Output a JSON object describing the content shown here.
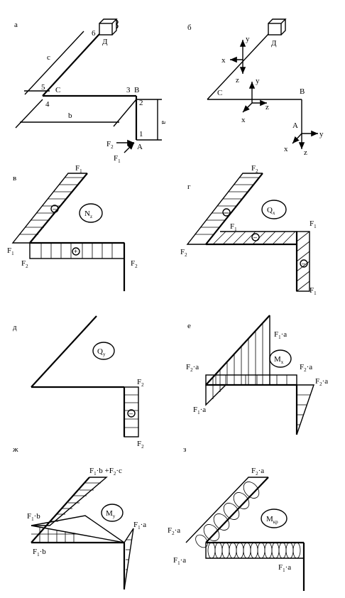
{
  "panels": {
    "a": "а",
    "b": "б",
    "v": "в",
    "g": "г",
    "d": "д",
    "e": "е",
    "zh": "ж",
    "z": "з"
  },
  "panel_a": {
    "node_D": "Д",
    "node_B": "B",
    "node_C": "C",
    "node_A": "A",
    "n1": "1",
    "n2": "2",
    "n3": "3",
    "n4": "4",
    "n5": "5",
    "n6": "6",
    "dim_c": "c",
    "dim_b": "b",
    "dim_a": "a",
    "F1": "F",
    "F1_sub": "1",
    "F2": "F",
    "F2_sub": "2"
  },
  "panel_b": {
    "node_D": "Д",
    "node_B": "B",
    "node_C": "C",
    "node_A": "A",
    "x": "x",
    "y": "y",
    "z": "z"
  },
  "panel_v": {
    "label": "N",
    "label_sub": "z",
    "F": "F",
    "s1": "1",
    "s2": "2",
    "minus": "–",
    "plus": "+"
  },
  "panel_g": {
    "label": "Q",
    "label_sub": "x",
    "F": "F",
    "s1": "1",
    "s2": "2",
    "minus": "–"
  },
  "panel_d": {
    "label": "Q",
    "label_sub": "y",
    "F": "F",
    "s2": "2",
    "minus": "–"
  },
  "panel_e": {
    "label": "M",
    "label_sub": "x",
    "F": "F",
    "s1": "1",
    "s2": "2",
    "dot_a": "·a"
  },
  "panel_zh": {
    "label": "M",
    "label_sub": "y",
    "F": "F",
    "s1": "1",
    "s2": "2",
    "dot_a": "·a",
    "dot_b": "·b",
    "plus_F2c": "+F",
    "dot_c": "·c"
  },
  "panel_z": {
    "label": "M",
    "label_sub": "кр",
    "F": "F",
    "s1": "1",
    "s2": "2",
    "dot_a": "·a"
  }
}
